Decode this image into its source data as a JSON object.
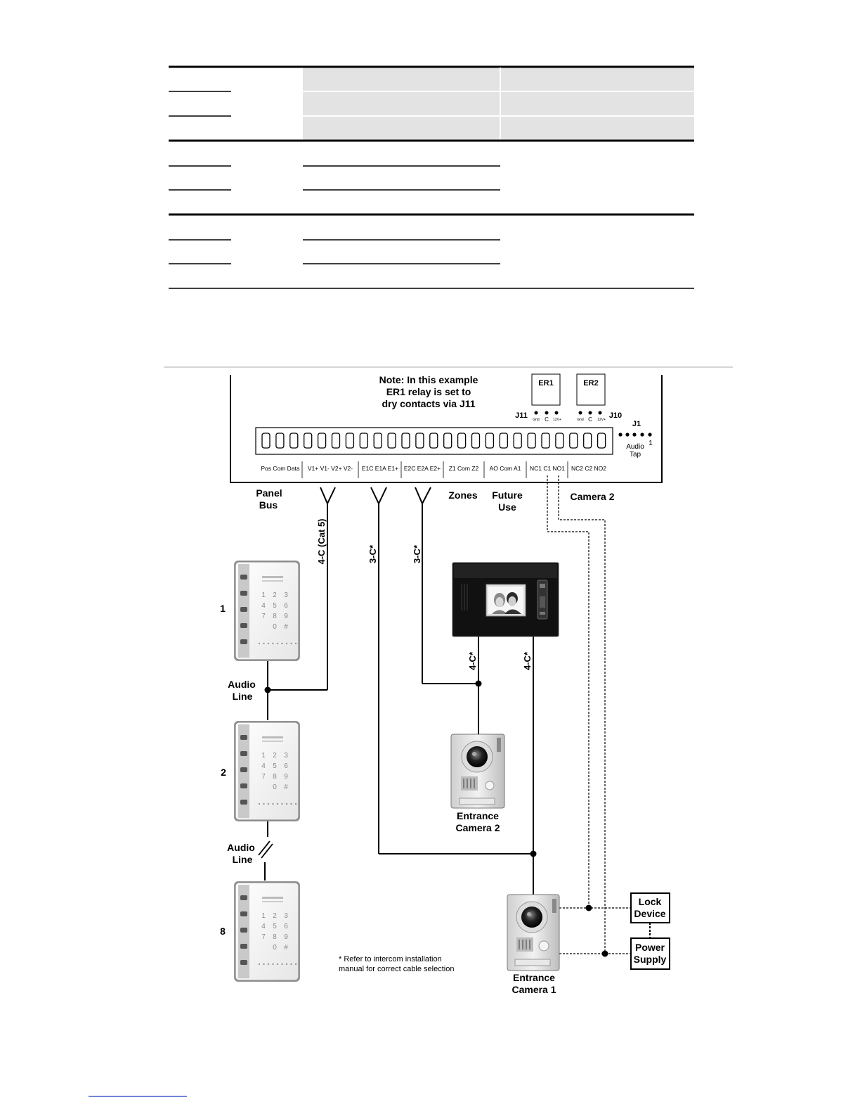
{
  "note": {
    "lines": [
      "Note: In this example",
      "ER1 relay is set to",
      "dry contacts via J11"
    ]
  },
  "relays": {
    "er1": "ER1",
    "er2": "ER2",
    "j11": "J11",
    "j10": "J10",
    "pins": [
      "Gnd",
      "C",
      "12V+"
    ]
  },
  "audio_tap": {
    "header": "J1",
    "label1": "Audio",
    "label2": "Tap",
    "pin1": "1"
  },
  "terminal_groups": [
    "Pos Com Data",
    "V1+  V1-  V2+  V2-",
    "E1C E1A E1+",
    "E2C E2A E2+",
    "Z1  Com  Z2",
    "AO  Com  A1",
    "NC1 C1 NO1",
    "NC2 C2 NO2"
  ],
  "group_labels": {
    "panel_bus": [
      "Panel",
      "Bus"
    ],
    "zones": "Zones",
    "future_use": [
      "Future",
      "Use"
    ],
    "camera2": "Camera 2"
  },
  "cables": {
    "keypad_bus": "4-C (Cat 5)",
    "camera1_feed": "3-C*",
    "camera2_feed": "3-C*",
    "monitor_left": "4-C*",
    "monitor_right": "4-C*"
  },
  "keypads": [
    {
      "number": "1"
    },
    {
      "number": "2"
    },
    {
      "number": "8"
    }
  ],
  "keypad_keys": [
    "1",
    "2",
    "3",
    "4",
    "5",
    "6",
    "7",
    "8",
    "9",
    "",
    "0",
    "#"
  ],
  "audio_line_label": [
    "Audio",
    "Line"
  ],
  "entrance_camera2": [
    "Entrance",
    "Camera 2"
  ],
  "entrance_camera1": [
    "Entrance",
    "Camera 1"
  ],
  "lock_device": [
    "Lock",
    "Device"
  ],
  "power_supply": [
    "Power",
    "Supply"
  ],
  "footnote": [
    "* Refer to intercom installation",
    "manual  for correct cable selection"
  ]
}
